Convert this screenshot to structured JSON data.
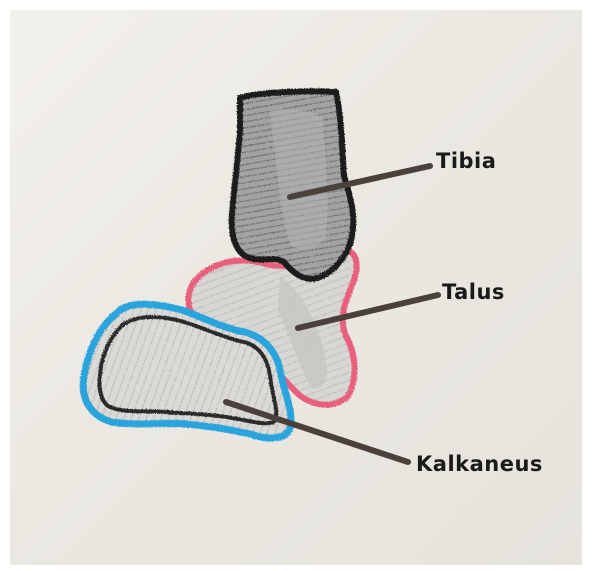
{
  "labels": {
    "tibia": "Tibia",
    "talus": "Talus",
    "calcaneus": "Kalkaneus"
  },
  "colors": {
    "paper": "#ebe8e2",
    "tibia_outline": "#1e1e1e",
    "tibia_fill": "#9a9a9a",
    "talus_outline": "#e8607e",
    "talus_fill": "#d4d2cf",
    "calcaneus_outline_outer": "#2aa4dc",
    "calcaneus_outline_inner": "#2b2b2b",
    "calcaneus_fill": "#d2d0cd",
    "leader_line": "#4a403c"
  }
}
